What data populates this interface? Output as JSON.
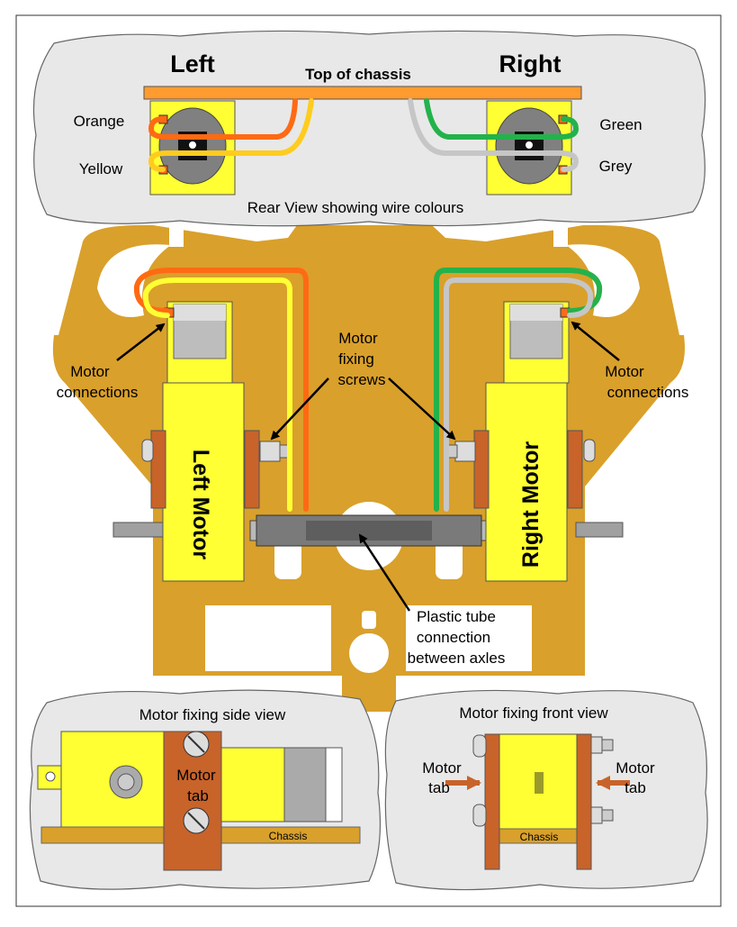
{
  "top_panel": {
    "left_title": "Left",
    "right_title": "Right",
    "chassis_label": "Top of chassis",
    "orange_label": "Orange",
    "yellow_label": "Yellow",
    "green_label": "Green",
    "grey_label": "Grey",
    "caption": "Rear View showing wire colours"
  },
  "main": {
    "left_motor_label": "Left Motor",
    "right_motor_label": "Right Motor",
    "left_connections_line1": "Motor",
    "left_connections_line2": "connections",
    "right_connections_line1": "Motor",
    "right_connections_line2": "connections",
    "screws_line1": "Motor",
    "screws_line2": "fixing",
    "screws_line3": "screws",
    "tube_line1": "Plastic tube",
    "tube_line2": "connection",
    "tube_line3": "between axles"
  },
  "side_view": {
    "title": "Motor fixing side view",
    "tab_line1": "Motor",
    "tab_line2": "tab",
    "chassis_label": "Chassis"
  },
  "front_view": {
    "title": "Motor fixing front view",
    "left_tab_line1": "Motor",
    "left_tab_line2": "tab",
    "right_tab_line1": "Motor",
    "right_tab_line2": "tab",
    "chassis_label": "Chassis"
  },
  "colors": {
    "chassis": "#d9a02b",
    "motor_yellow": "#ffff33",
    "wire_orange": "#ff6a13",
    "wire_yellow": "#ffcc1e",
    "wire_green": "#23b24b",
    "wire_grey": "#c6c6c6",
    "tab_brown": "#c8632a",
    "panel_grey": "#e8e8e8"
  }
}
